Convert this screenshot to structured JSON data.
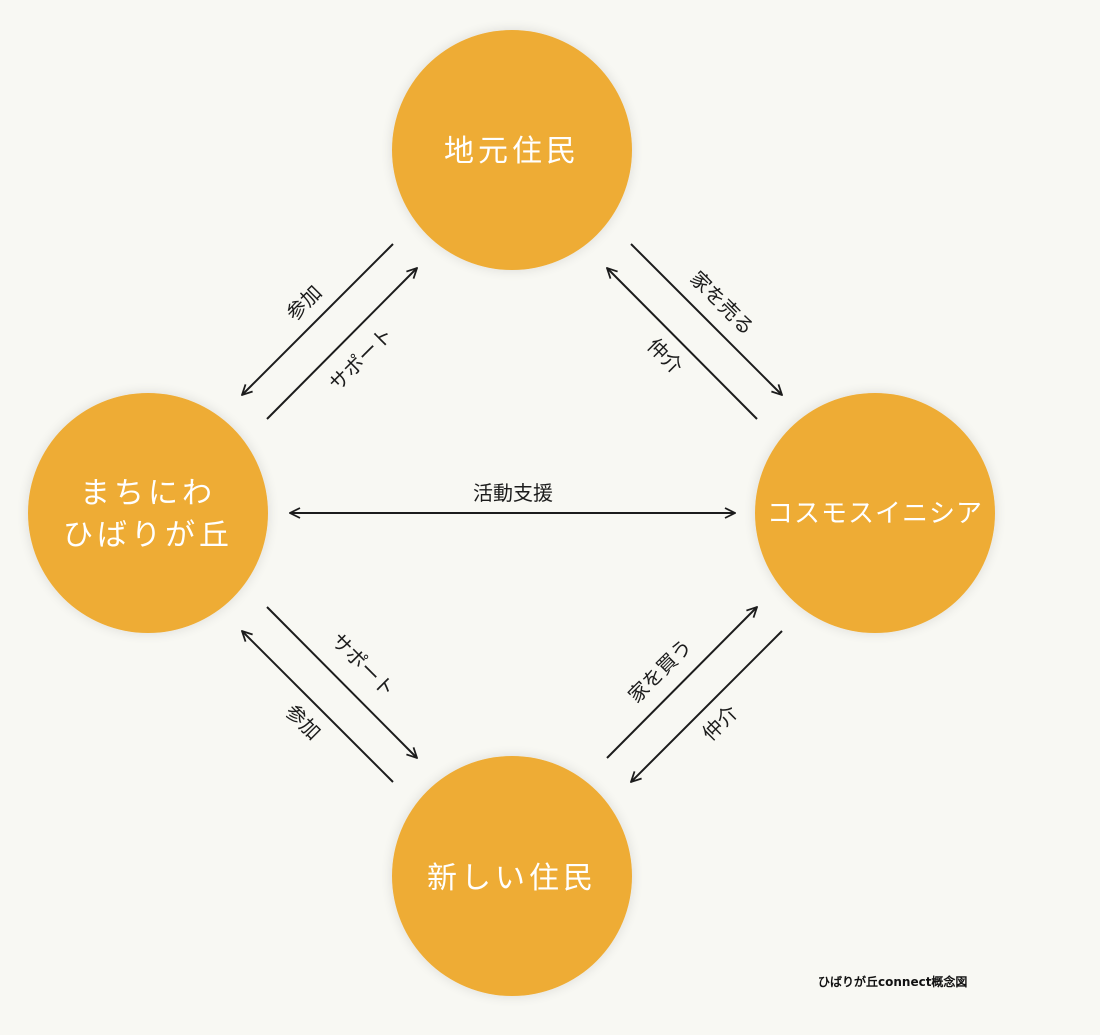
{
  "colors": {
    "background": "#f8f8f3",
    "node_fill": "#eeac36",
    "node_text": "#ffffff",
    "line": "#1c1c1c"
  },
  "nodes": {
    "local_residents": {
      "label": "地元住民"
    },
    "machiniwa": {
      "line1": "まちにわ",
      "line2": "ひばりが丘"
    },
    "cosmos": {
      "label": "コスモスイニシア"
    },
    "new_residents": {
      "label": "新しい住民"
    }
  },
  "edges": {
    "machiniwa_to_local_participate": "参加",
    "machiniwa_to_local_support": "サポート",
    "local_to_cosmos_sell": "家を売る",
    "cosmos_to_local_mediate": "仲介",
    "machiniwa_cosmos_activity": "活動支援",
    "machiniwa_to_new_support": "サポート",
    "new_to_machiniwa_participate": "参加",
    "new_to_cosmos_buy": "家を買う",
    "cosmos_to_new_mediate": "仲介"
  },
  "caption": "ひばりが丘connect概念図"
}
